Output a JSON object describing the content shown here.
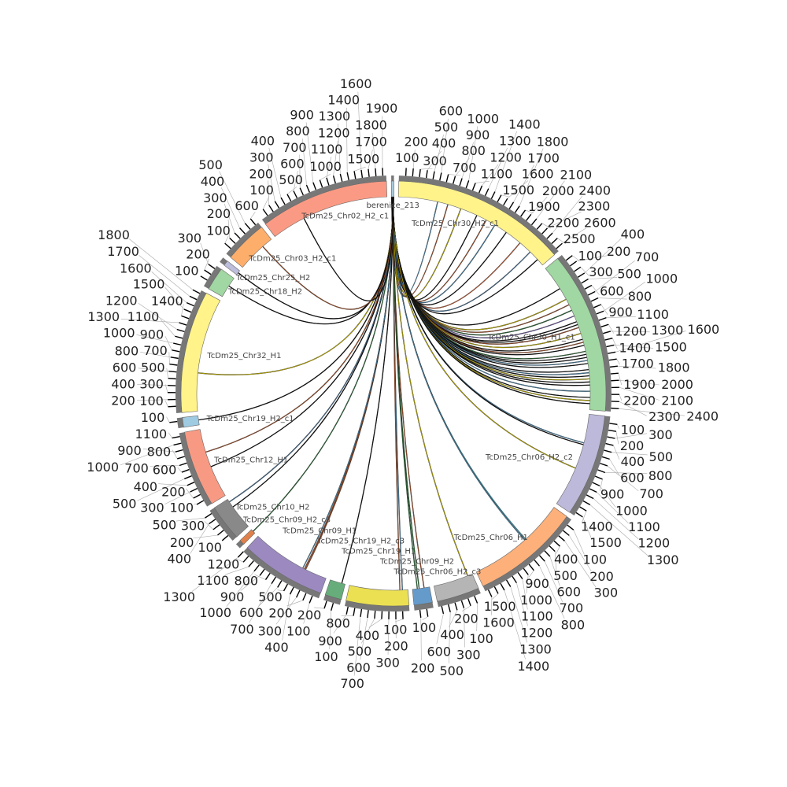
{
  "chart_data": {
    "type": "circos",
    "tick_step": 100,
    "source": "berenice_213",
    "segments": [
      {
        "name": "berenice_213",
        "length": 40,
        "color": "#a9c9dd",
        "show_ticks": false
      },
      {
        "name": "TcDm25_Chr30_H2_c1",
        "length": 2650,
        "color": "#fff38a",
        "show_ticks": true
      },
      {
        "name": "TcDm25_Chr30_H1_c1",
        "length": 2450,
        "color": "#a1d7a2",
        "show_ticks": true
      },
      {
        "name": "TcDm25_Chr06_H2_c2",
        "length": 1550,
        "color": "#bdb9da",
        "show_ticks": true
      },
      {
        "name": "TcDm25_Chr06_H1",
        "length": 1650,
        "color": "#fdb07a",
        "show_ticks": true
      },
      {
        "name": "TcDm25_Chr06_H2_c3",
        "length": 650,
        "color": "#b5b5b5",
        "show_ticks": true
      },
      {
        "name": "TcDm25_Chr09_H2",
        "length": 280,
        "color": "#659bcb",
        "show_ticks": true
      },
      {
        "name": "TcDm25_Chr19_H1",
        "length": 950,
        "color": "#ebe052",
        "show_ticks": true
      },
      {
        "name": "TcDm25_Chr19_H2_c3",
        "length": 250,
        "color": "#67ad7b",
        "show_ticks": true
      },
      {
        "name": "TcDm25_Chr09_H1",
        "length": 1300,
        "color": "#9b89c0",
        "show_ticks": true
      },
      {
        "name": "TcDm25_Chr09_H2_c3",
        "length": 80,
        "color": "#e0814c",
        "show_ticks": false
      },
      {
        "name": "TcDm25_Chr10_H2",
        "length": 550,
        "color": "#898989",
        "show_ticks": true
      },
      {
        "name": "TcDm25_Chr12_H1",
        "length": 1150,
        "color": "#f89a83",
        "show_ticks": true
      },
      {
        "name": "TcDm25_Chr19_H2_c1",
        "length": 150,
        "color": "#9fcbe2",
        "show_ticks": true
      },
      {
        "name": "TcDm25_Chr32_H1",
        "length": 1850,
        "color": "#fff38a",
        "show_ticks": true
      },
      {
        "name": "TcDm25_Chr18_H2",
        "length": 350,
        "color": "#a1d7a2",
        "show_ticks": true
      },
      {
        "name": "TcDm25_Chr25_H2",
        "length": 80,
        "color": "#bdbddc",
        "show_ticks": false
      },
      {
        "name": "TcDm25_Chr03_H2_c1",
        "length": 650,
        "color": "#fdae6b",
        "show_ticks": true
      },
      {
        "name": "TcDm25_Chr02_H2_c1",
        "length": 1950,
        "color": "#fb9a84",
        "show_ticks": true
      }
    ],
    "links": [
      {
        "to": 1,
        "pos": 640,
        "color": "#4a7fa0"
      },
      {
        "to": 1,
        "pos": 810,
        "color": "#a0522d"
      },
      {
        "to": 1,
        "pos": 1030,
        "color": "#b8a800"
      },
      {
        "to": 1,
        "pos": 1310,
        "color": "#111111"
      },
      {
        "to": 1,
        "pos": 1480,
        "color": "#a0522d"
      },
      {
        "to": 1,
        "pos": 1640,
        "color": "#4a7fa0"
      },
      {
        "to": 1,
        "pos": 1860,
        "color": "#111111"
      },
      {
        "to": 1,
        "pos": 2140,
        "color": "#c0603a"
      },
      {
        "to": 1,
        "pos": 2360,
        "color": "#4a6f90"
      },
      {
        "to": 1,
        "pos": 2530,
        "color": "#111111"
      },
      {
        "to": 2,
        "pos": 400,
        "color": "#111111"
      },
      {
        "to": 2,
        "pos": 600,
        "color": "#b8a800"
      },
      {
        "to": 2,
        "pos": 700,
        "color": "#a0522d"
      },
      {
        "to": 2,
        "pos": 800,
        "color": "#2e6b3a"
      },
      {
        "to": 2,
        "pos": 900,
        "color": "#6a5a9a"
      },
      {
        "to": 2,
        "pos": 1000,
        "color": "#111111"
      },
      {
        "to": 2,
        "pos": 1050,
        "color": "#111111"
      },
      {
        "to": 2,
        "pos": 1100,
        "color": "#a0522d"
      },
      {
        "to": 2,
        "pos": 1200,
        "color": "#b8a800"
      },
      {
        "to": 2,
        "pos": 1300,
        "color": "#111111"
      },
      {
        "to": 2,
        "pos": 1350,
        "color": "#a0522d"
      },
      {
        "to": 2,
        "pos": 1400,
        "color": "#111111"
      },
      {
        "to": 2,
        "pos": 1500,
        "color": "#2e6b3a"
      },
      {
        "to": 2,
        "pos": 1550,
        "color": "#111111"
      },
      {
        "to": 2,
        "pos": 1600,
        "color": "#111111"
      },
      {
        "to": 2,
        "pos": 1650,
        "color": "#4a7fa0"
      },
      {
        "to": 2,
        "pos": 1700,
        "color": "#111111"
      },
      {
        "to": 2,
        "pos": 1800,
        "color": "#111111"
      },
      {
        "to": 2,
        "pos": 1850,
        "color": "#4a7fa0"
      },
      {
        "to": 2,
        "pos": 1900,
        "color": "#111111"
      },
      {
        "to": 2,
        "pos": 1950,
        "color": "#b8a800"
      },
      {
        "to": 2,
        "pos": 2000,
        "color": "#111111"
      },
      {
        "to": 2,
        "pos": 2050,
        "color": "#111111"
      },
      {
        "to": 2,
        "pos": 2150,
        "color": "#4a7fa0"
      },
      {
        "to": 2,
        "pos": 2250,
        "color": "#111111"
      },
      {
        "to": 2,
        "pos": 2300,
        "color": "#b8a800"
      },
      {
        "to": 2,
        "pos": 2350,
        "color": "#111111"
      },
      {
        "to": 3,
        "pos": 470,
        "color": "#4a7fa0"
      },
      {
        "to": 3,
        "pos": 500,
        "color": "#111111"
      },
      {
        "to": 3,
        "pos": 900,
        "color": "#b8a800"
      },
      {
        "to": 4,
        "pos": 690,
        "color": "#4aa0b0"
      },
      {
        "to": 4,
        "pos": 710,
        "color": "#4a7fa0"
      },
      {
        "to": 5,
        "pos": 80,
        "color": "#b8a800"
      },
      {
        "to": 6,
        "pos": 90,
        "color": "#a0522d"
      },
      {
        "to": 6,
        "pos": 170,
        "color": "#2e6b3a"
      },
      {
        "to": 6,
        "pos": 200,
        "color": "#2e6b3a"
      },
      {
        "to": 7,
        "pos": 90,
        "color": "#4a7fa0"
      },
      {
        "to": 7,
        "pos": 130,
        "color": "#a0522d"
      },
      {
        "to": 8,
        "pos": 55,
        "color": "#111111"
      },
      {
        "to": 9,
        "pos": 360,
        "color": "#a0522d"
      },
      {
        "to": 9,
        "pos": 380,
        "color": "#a0522d"
      },
      {
        "to": 9,
        "pos": 410,
        "color": "#4a7fa0"
      },
      {
        "to": 10,
        "pos": 40,
        "color": "#2e6b3a"
      },
      {
        "to": 11,
        "pos": 400,
        "color": "#111111"
      },
      {
        "to": 11,
        "pos": 500,
        "color": "#4a6f90"
      },
      {
        "to": 12,
        "pos": 520,
        "color": "#111111"
      },
      {
        "to": 12,
        "pos": 770,
        "color": "#a0522d"
      },
      {
        "to": 13,
        "pos": 80,
        "color": "#111111"
      },
      {
        "to": 14,
        "pos": 620,
        "color": "#b8a800"
      },
      {
        "to": 15,
        "pos": 200,
        "color": "#111111"
      },
      {
        "to": 16,
        "pos": 40,
        "color": "#111111"
      },
      {
        "to": 17,
        "pos": 470,
        "color": "#a0522d"
      },
      {
        "to": 18,
        "pos": 555,
        "color": "#111111"
      }
    ]
  }
}
